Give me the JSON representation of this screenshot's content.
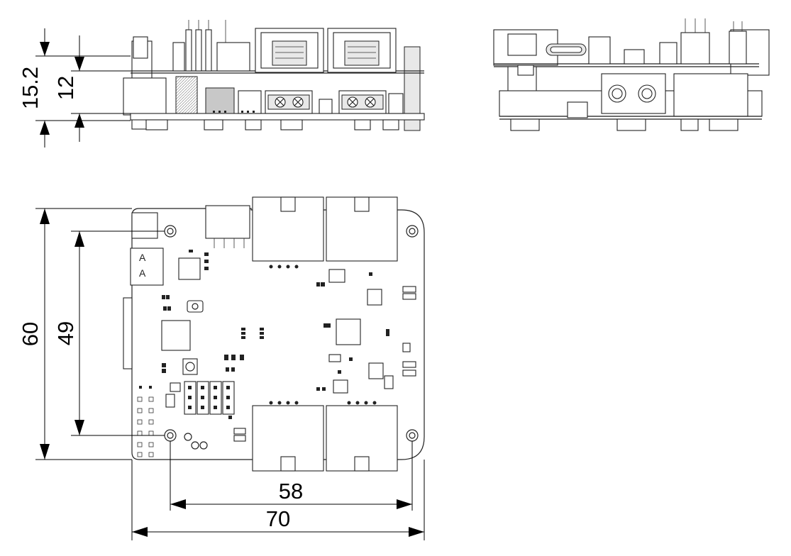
{
  "dimensions": {
    "total_height_side": "15.2",
    "board_height_side": "12",
    "board_height_top": "60",
    "hole_spacing_vertical": "49",
    "hole_spacing_horizontal": "58",
    "board_width": "70"
  },
  "colors": {
    "line": "#222222",
    "component_fill": "#e8e8e8",
    "dark_fill": "#c8c8c8",
    "background": "#ffffff"
  }
}
